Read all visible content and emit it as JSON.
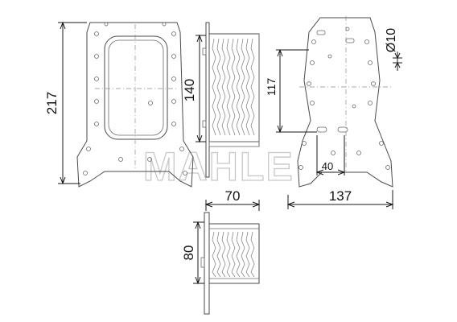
{
  "watermark": "MAHLE",
  "dimensions": {
    "overall_height": "217",
    "core_height": "140",
    "hole_spacing": "117",
    "hole_diameter": "Ø10",
    "bolt_offset": "40",
    "overall_width": "137",
    "core_depth": "70",
    "body_height": "80"
  }
}
